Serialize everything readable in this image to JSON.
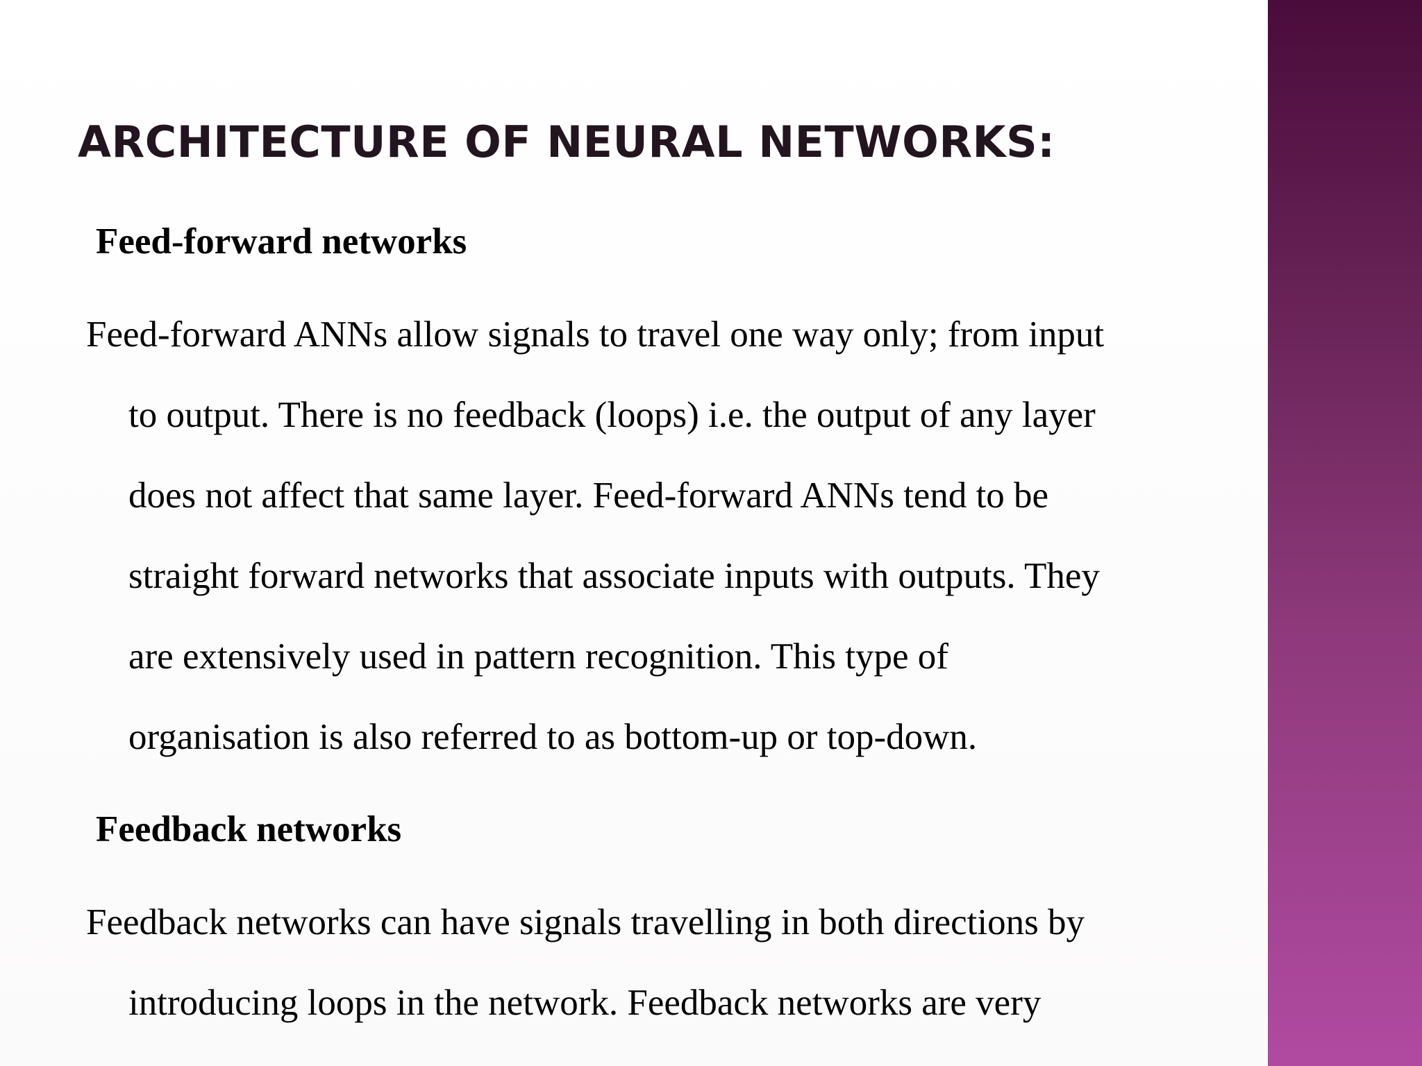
{
  "title": "ARCHITECTURE OF NEURAL NETWORKS:",
  "sections": [
    {
      "heading": "Feed-forward networks",
      "lines": [
        "Feed-forward ANNs allow signals to travel one way only; from input",
        "to output. There is no feedback (loops) i.e. the output of any layer",
        "does not affect that same layer. Feed-forward ANNs tend to be",
        "straight forward networks that associate inputs with outputs. They",
        "are extensively used in pattern recognition. This type of",
        "organisation is also referred to as bottom-up or top-down."
      ]
    },
    {
      "heading": "Feedback networks",
      "lines": [
        "Feedback networks can have signals travelling in both directions by",
        "introducing loops in the network. Feedback networks are very"
      ]
    }
  ],
  "colors": {
    "title": "#231520",
    "sidebar_top": "#4a0c3b",
    "sidebar_bottom": "#b04aa1"
  }
}
